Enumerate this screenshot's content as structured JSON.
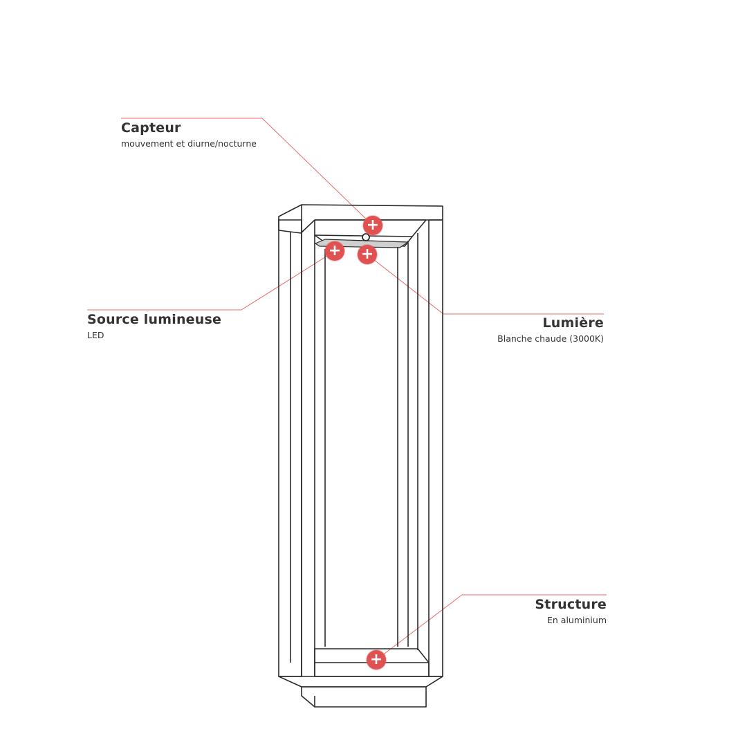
{
  "colors": {
    "accent": "#e05252",
    "leader_line": "#e86a6a",
    "sketch": "#2a2a2a",
    "text": "#333333"
  },
  "hotspot_glyph": "+",
  "callouts": {
    "capteur": {
      "title": "Capteur",
      "subtitle": "mouvement et diurne/nocturne"
    },
    "source": {
      "title": "Source lumineuse",
      "subtitle": "LED"
    },
    "lumiere": {
      "title": "Lumière",
      "subtitle": "Blanche chaude (3000K)"
    },
    "structure": {
      "title": "Structure",
      "subtitle": "En aluminium"
    }
  }
}
